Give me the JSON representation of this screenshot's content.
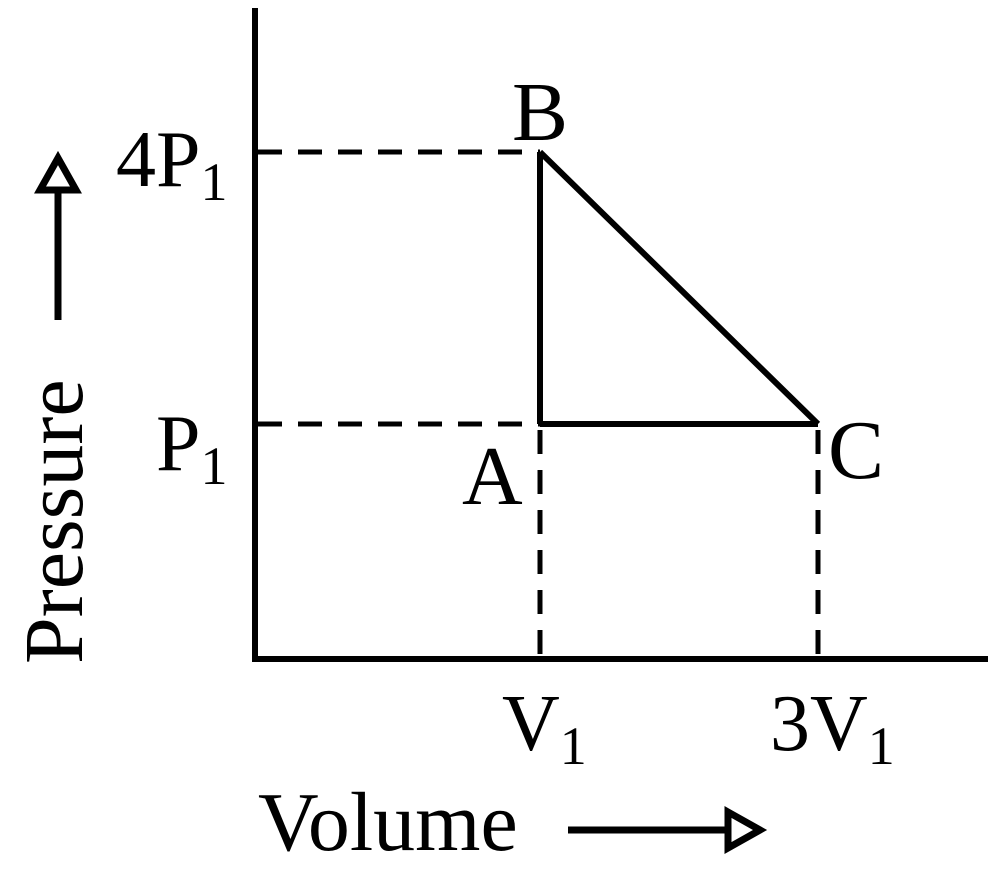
{
  "diagram": {
    "y_axis_label": "Pressure",
    "x_axis_label": "Volume",
    "y_ticks": [
      {
        "main": "4P",
        "sub": "1"
      },
      {
        "main": "P",
        "sub": "1"
      }
    ],
    "x_ticks": [
      {
        "main": "V",
        "sub": "1"
      },
      {
        "main": "3V",
        "sub": "1"
      }
    ],
    "points": [
      {
        "name": "A",
        "volume": 1,
        "pressure": 1
      },
      {
        "name": "B",
        "volume": 1,
        "pressure": 4
      },
      {
        "name": "C",
        "volume": 3,
        "pressure": 1
      }
    ],
    "line_color": "#000000"
  }
}
